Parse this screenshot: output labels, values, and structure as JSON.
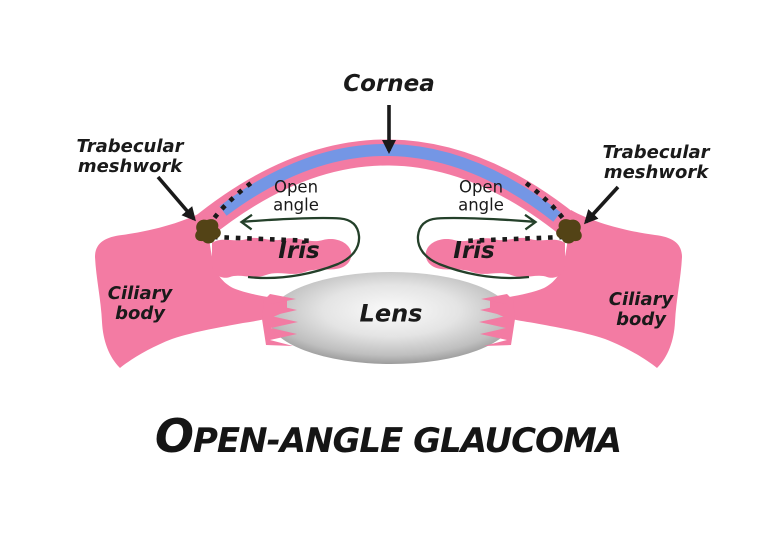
{
  "diagram": {
    "title": "OPEN-ANGLE GLAUCOMA",
    "labels": {
      "cornea": "Cornea",
      "trabecular_meshwork_left": "Trabecular meshwork",
      "trabecular_meshwork_right": "Trabecular meshwork",
      "open_angle_left": "Open angle",
      "open_angle_right": "Open angle",
      "iris_left": "Iris",
      "iris_right": "Iris",
      "lens": "Lens",
      "ciliary_body_left": "Ciliary body",
      "ciliary_body_right": "Ciliary body"
    },
    "colors": {
      "background": "#ffffff",
      "tissue_pink": "#f37ba3",
      "cornea_blue": "#7496e5",
      "flow_arrow_green": "#24402a",
      "dotted_line": "#1a1a1a",
      "meshwork_brown": "#534316",
      "label_arrow": "#1a1a1a",
      "text": "#1a1a1a",
      "lens_center_gray": "#fbfbfb",
      "lens_edge_gray": "#8e8e8e"
    }
  }
}
